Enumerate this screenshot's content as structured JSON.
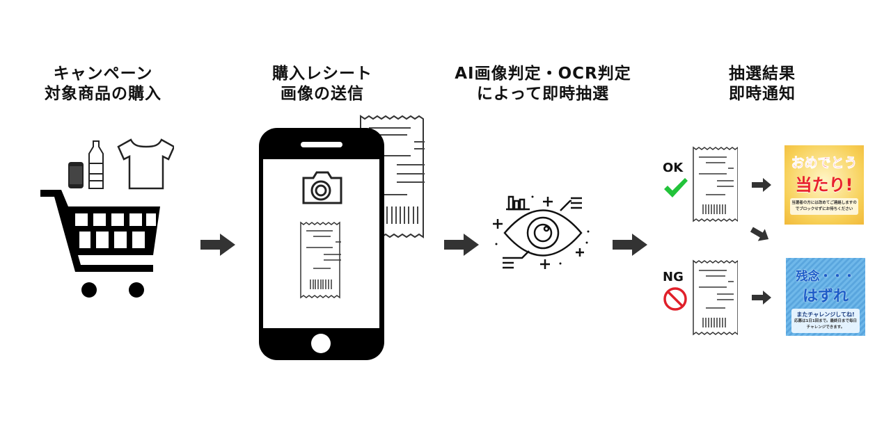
{
  "steps": [
    {
      "line1": "キャンペーン",
      "line2": "対象商品の購入"
    },
    {
      "line1": "購入レシート",
      "line2": "画像の送信"
    },
    {
      "line1": "AI画像判定・OCR判定",
      "line2": "によって即時抽選"
    },
    {
      "line1": "抽選結果",
      "line2": "即時通知"
    }
  ],
  "results": {
    "ok": {
      "label": "OK",
      "title1": "おめでとう",
      "title2": "当たり!",
      "message": "当選者の方には改めてご連絡しますのでブロックせずにお待ちください"
    },
    "ng": {
      "label": "NG",
      "title1": "残念・・・",
      "title2": "はずれ",
      "headline": "またチャレンジしてね!",
      "message": "応募は1日1回まで。最終日まで毎日チャレンジできます。"
    }
  },
  "colors": {
    "ok_check": "#22c33a",
    "ng_icon": "#e0202a",
    "arrow": "#333333"
  }
}
